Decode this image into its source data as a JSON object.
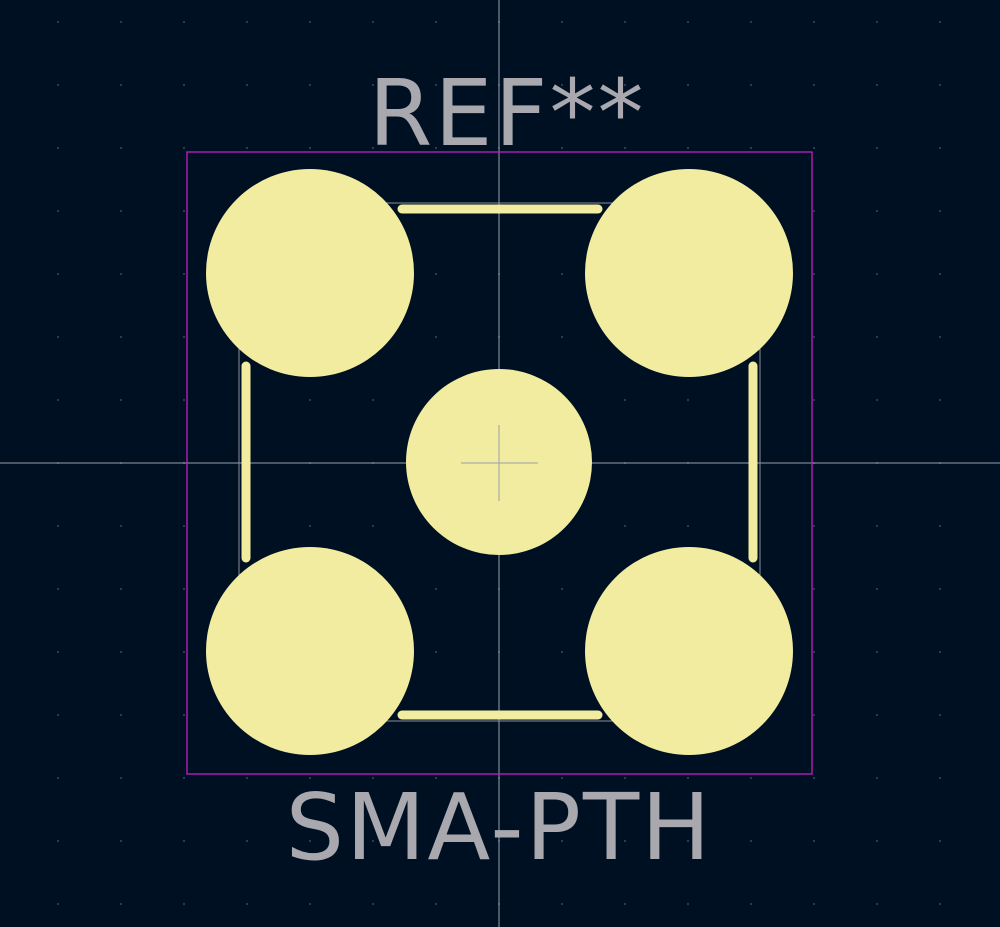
{
  "footprint": {
    "reference": "REF**",
    "value": "SMA-PTH"
  },
  "colors": {
    "background": "#001023",
    "pad": "#F2ECA0",
    "silkscreen": "#F2ECA0",
    "courtyard": "#C21DC7",
    "fab": "#8A8E9A",
    "text": "#A8A8AE",
    "axis": "#9AA0AA",
    "grid_dot": "#2C3A4E"
  },
  "pads": [
    {
      "name": "center-pad"
    },
    {
      "name": "corner-pad-top-left"
    },
    {
      "name": "corner-pad-top-right"
    },
    {
      "name": "corner-pad-bottom-left"
    },
    {
      "name": "corner-pad-bottom-right"
    }
  ]
}
